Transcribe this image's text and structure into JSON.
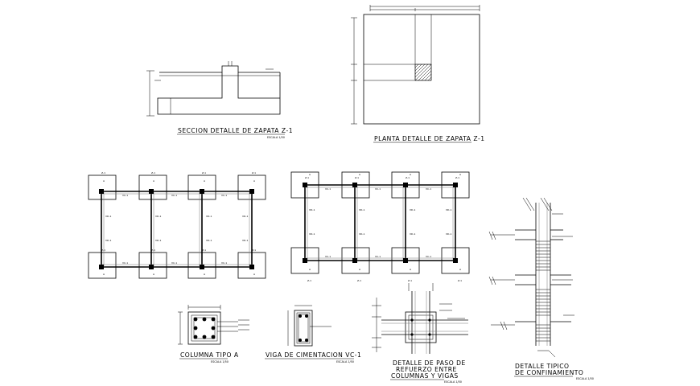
{
  "titles": {
    "seccion": "SECCION DETALLE DE ZAPATA Z-1",
    "planta": "PLANTA DETALLE DE ZAPATA Z-1",
    "columna": "COLUMNA TIPO A",
    "viga": "VIGA DE CIMENTACION VC-1",
    "paso_line1": "DETALLE DE PASO DE",
    "paso_line2": "REFUERZO ENTRE",
    "paso_line3": "COLUMNAS Y VIGAS",
    "conf_line1": "DETALLE TIPICO",
    "conf_line2": "DE CONFINAMIENTO"
  },
  "scale_note": "ESCALA 1/50",
  "plan_labels": {
    "zapata": "Z-1",
    "column": "A",
    "beam_vc": "VC-1",
    "beam_vd": "VD-1"
  }
}
